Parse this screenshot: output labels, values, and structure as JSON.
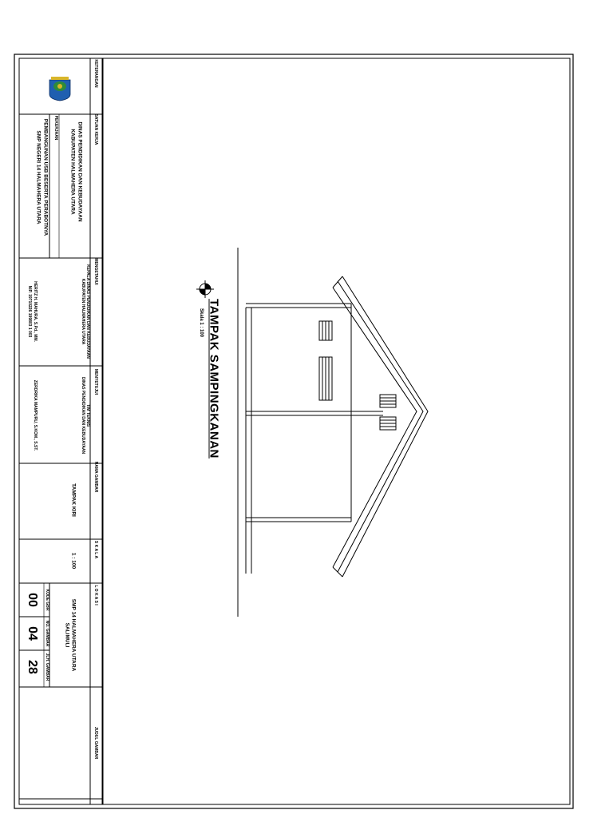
{
  "title_block": {
    "keterangan_label": "KETERANGAN",
    "satuan_kerja_label": "SATUAN KERJA",
    "satuan_kerja_line1": "DINAS PENDIDIKAN DAN KEBUDAYAAN",
    "satuan_kerja_line2": "KABUPATEN HALMAHERA UTARA",
    "pekerjaan_label": "PEKERJAAN",
    "pekerjaan_line1": "PEMBANGUNAN USB BESERTA PERABOTNYA",
    "pekerjaan_line2": "SMP NEGERI 14 HALMAHERA UTARA",
    "mengetahui_label": "MENGETAHUI",
    "mengetahui_line1": "KEPALA DINAS PENDIDIKAN DAN KEBUDAYAAN",
    "mengetahui_line2": "KABUPATEN HALMAHERA UTARA",
    "mengetahui_name": "HERITZ H. MAHURA, S.Pd., MM.",
    "mengetahui_nip": "NIP. 19710226 199803 1 003",
    "menyetujui_label": "MENYETUJUI",
    "menyetujui_line1": "TIM TEKNIS",
    "menyetujui_line2": "DINAS PENDIDIKAN DAN KEBUDAYAAN",
    "menyetujui_name": "ZERDRIKA MAMPURU, S.KOM., S.ST.",
    "nama_gambar_label": "NAMA GAMBAR",
    "nama_gambar_value": "TAMPAK KIRI",
    "skala_label": "S K A L A",
    "skala_value": "1 : 100",
    "lokasi_label": "L O K A S I",
    "lokasi_line1": "SMP 14 HALMAHERA UTARA",
    "lokasi_line2": "SALIMULI",
    "kode_gbr_label": "KODE GBR",
    "kode_gbr_value": "00",
    "no_gambar_label": "NO. GAMBAR",
    "no_gambar_value": "04",
    "jml_gambar_label": "JLH. GAMBAR",
    "jml_gambar_value": "28",
    "judul_gambar_label": "JUDUL GAMBAR"
  },
  "drawing": {
    "title": "TAMPAK SAMPINGKANAN",
    "scale": "Skala 1 : 100"
  },
  "colors": {
    "line": "#000000",
    "logo_blue": "#1f5fb0",
    "logo_gold": "#d9b62b",
    "logo_green": "#2e8b3a"
  }
}
